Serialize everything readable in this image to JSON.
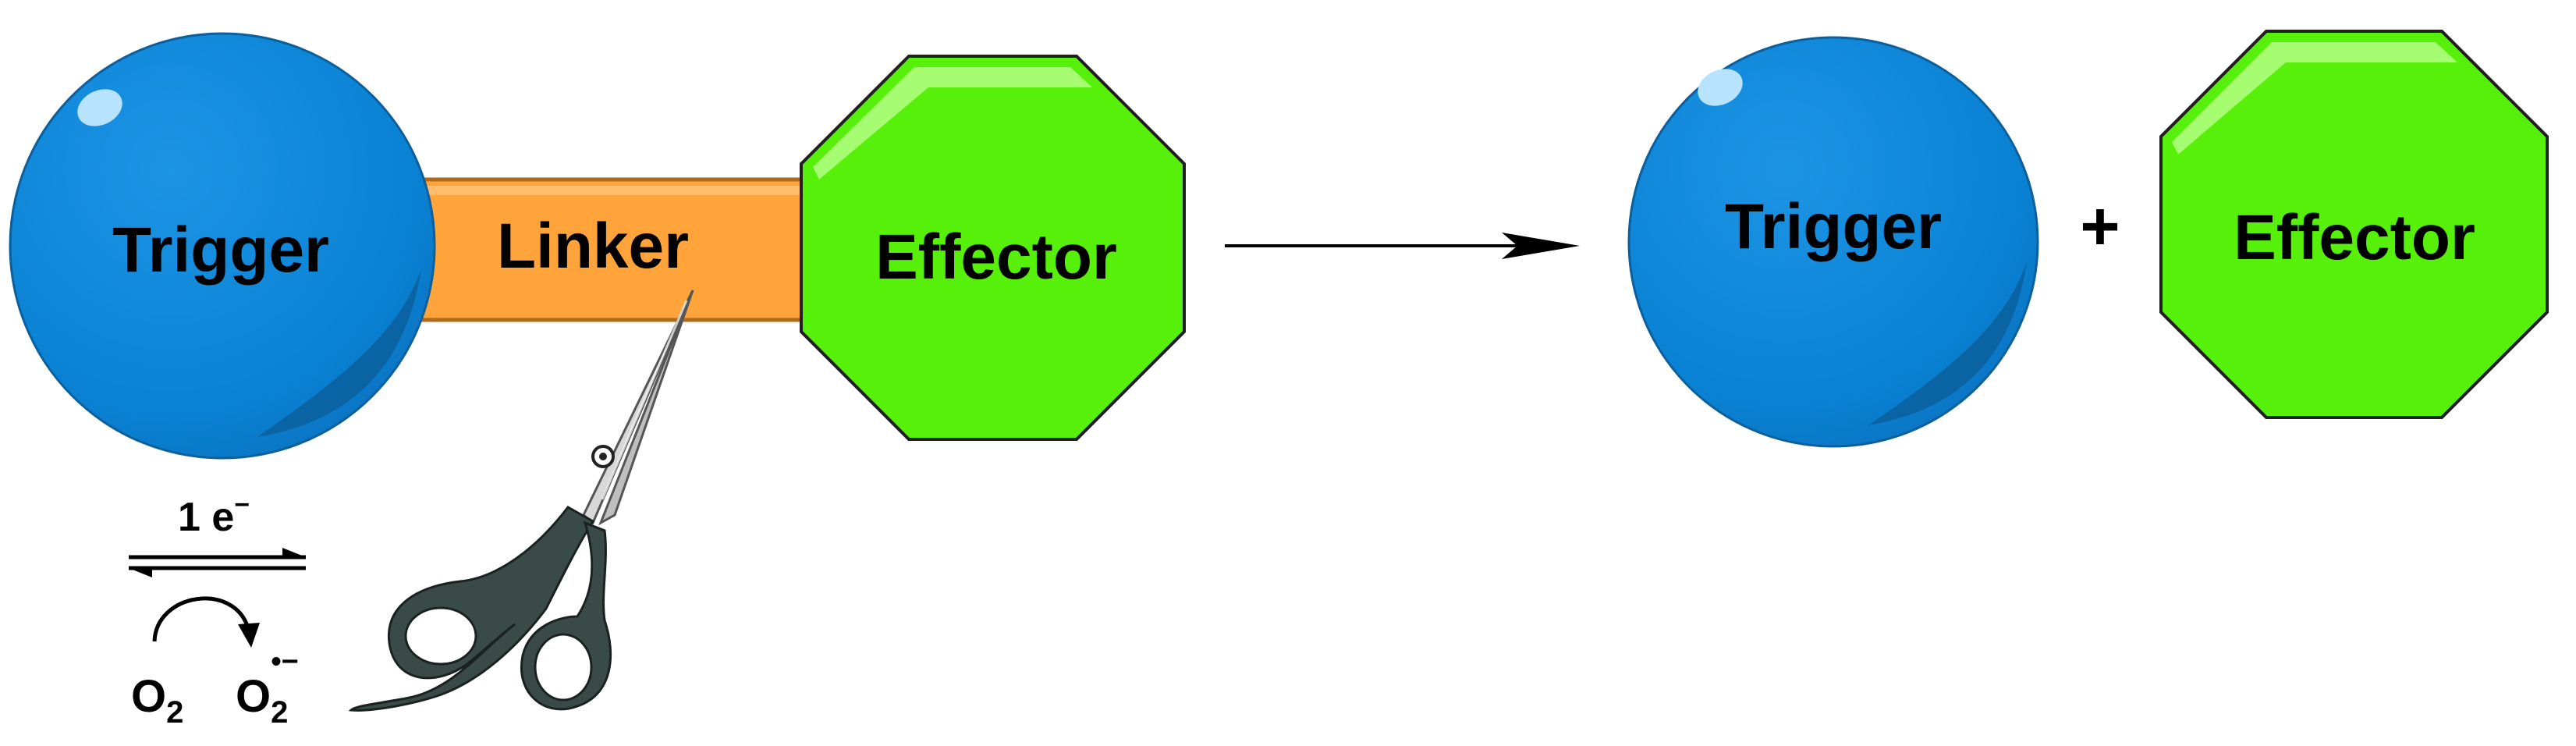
{
  "diagram": {
    "left": {
      "trigger_label": "Trigger",
      "linker_label": "Linker",
      "effector_label": "Effector"
    },
    "right": {
      "trigger_label": "Trigger",
      "plus_sign": "+",
      "effector_label": "Effector"
    },
    "reduction": {
      "electron_label": "1 e",
      "electron_charge": "−",
      "oxygen_label": "O",
      "oxygen_subscript": "2",
      "superoxide_label": "O",
      "superoxide_subscript": "2",
      "superoxide_charge": "•−"
    },
    "icons": [
      "scissors-icon",
      "reaction-arrow-icon",
      "equilibrium-arrows-icon",
      "curved-arrow-icon"
    ],
    "colors": {
      "trigger": "#0a82d4",
      "trigger_shadow": "#0a5f9c",
      "linker": "#ffa43b",
      "linker_border": "#b06a1c",
      "effector": "#57f00a",
      "effector_border": "#1f1f1f",
      "scissors_handle": "#3a4a47",
      "scissors_blade": "#d8d8d8"
    }
  }
}
